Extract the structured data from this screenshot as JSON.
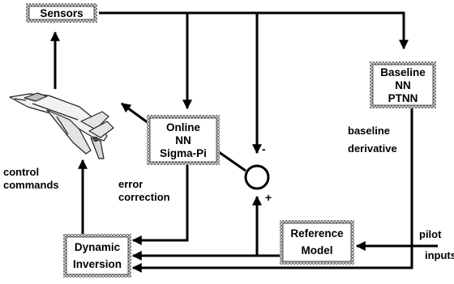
{
  "blocks": {
    "sensors": "Sensors",
    "baseline": [
      "Baseline",
      "NN",
      "PTNN"
    ],
    "online": [
      "Online",
      "NN",
      "Sigma-Pi"
    ],
    "reference": [
      "Reference",
      "Model"
    ],
    "dynamic": [
      "Dynamic",
      "Inversion"
    ]
  },
  "labels": {
    "baseline_derivative": [
      "baseline",
      "derivative"
    ],
    "control_commands": [
      "control",
      "commands"
    ],
    "error_correction": [
      "error",
      "correction"
    ],
    "pilot_inputs": [
      "pilot",
      "inputs"
    ]
  },
  "signs": {
    "minus": "-",
    "plus": "+"
  },
  "colors": {
    "line": "#000000",
    "block_border": "#9a9a9a",
    "block_fill": "#ffffff"
  }
}
